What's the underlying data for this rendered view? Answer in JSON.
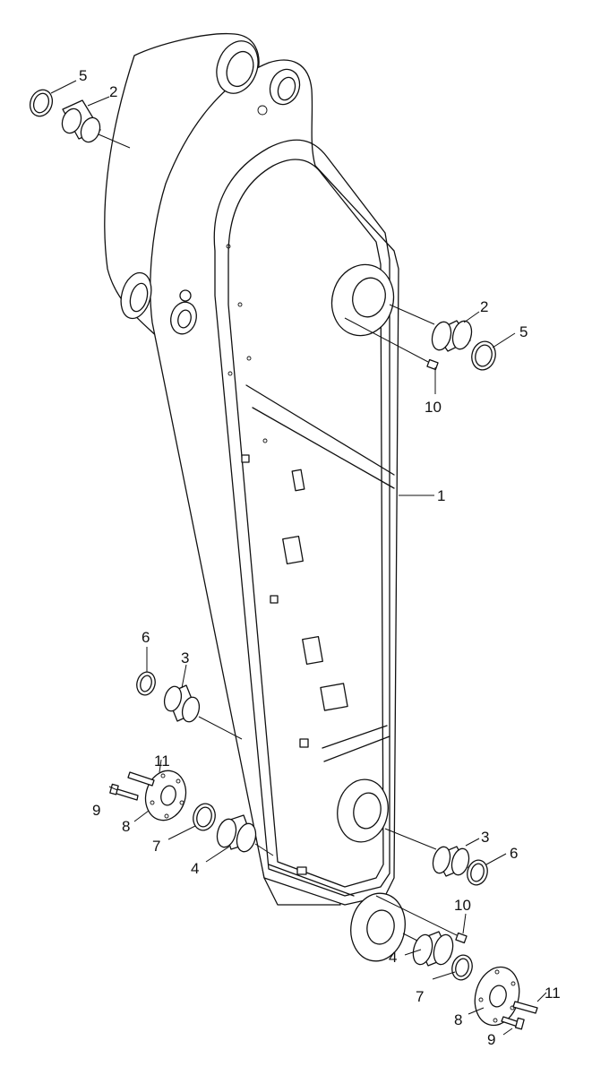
{
  "callouts": {
    "c1": "1",
    "c2a": "2",
    "c2b": "2",
    "c3a": "3",
    "c3b": "3",
    "c4a": "4",
    "c4b": "4",
    "c5a": "5",
    "c5b": "5",
    "c6a": "6",
    "c6b": "6",
    "c7a": "7",
    "c7b": "7",
    "c8a": "8",
    "c8b": "8",
    "c9a": "9",
    "c9b": "9",
    "c10a": "10",
    "c10b": "10",
    "c11a": "11",
    "c11b": "11"
  },
  "colors": {
    "line": "#111111",
    "background": "#ffffff"
  }
}
